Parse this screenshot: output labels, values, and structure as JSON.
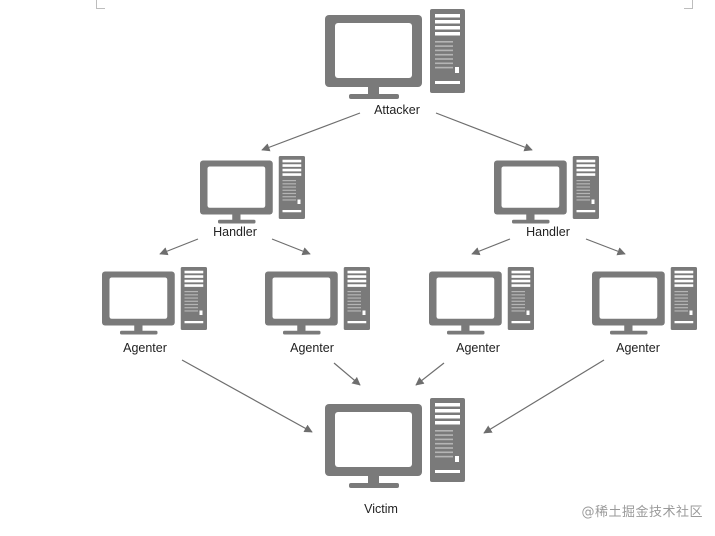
{
  "diagram": {
    "nodes": {
      "attacker": {
        "label": "Attacker"
      },
      "handler_left": {
        "label": "Handler"
      },
      "handler_right": {
        "label": "Handler"
      },
      "agent_1": {
        "label": "Agenter"
      },
      "agent_2": {
        "label": "Agenter"
      },
      "agent_3": {
        "label": "Agenter"
      },
      "agent_4": {
        "label": "Agenter"
      },
      "victim": {
        "label": "Victim"
      }
    },
    "edges": [
      {
        "from": "attacker",
        "to": "handler_left"
      },
      {
        "from": "attacker",
        "to": "handler_right"
      },
      {
        "from": "handler_left",
        "to": "agent_1"
      },
      {
        "from": "handler_left",
        "to": "agent_2"
      },
      {
        "from": "handler_right",
        "to": "agent_3"
      },
      {
        "from": "handler_right",
        "to": "agent_4"
      },
      {
        "from": "agent_1",
        "to": "victim"
      },
      {
        "from": "agent_2",
        "to": "victim"
      },
      {
        "from": "agent_3",
        "to": "victim"
      },
      {
        "from": "agent_4",
        "to": "victim"
      }
    ],
    "colors": {
      "device": "#7a7a7a",
      "screen": "#ffffff",
      "arrow": "#6e6e6e",
      "label": "#222222"
    }
  },
  "watermark": {
    "text": "@稀土掘金技术社区"
  }
}
